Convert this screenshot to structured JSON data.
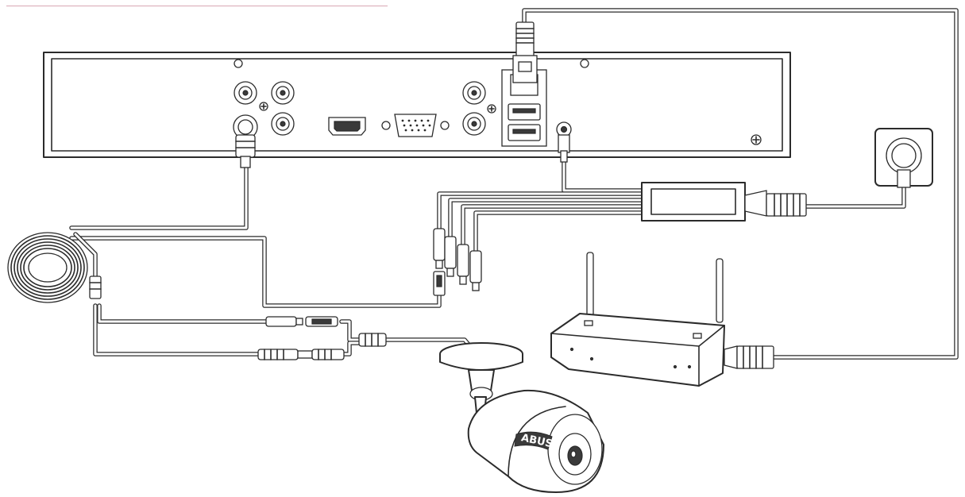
{
  "camera": {
    "brand_logo": "ABUS"
  },
  "colors": {
    "line": "#2b2b2b",
    "cable_fill": "#ffffff",
    "device_fill": "#ffffff",
    "accent_rule": "#d9a7b3",
    "logo_fill": "#3a3a3a"
  },
  "icons": [
    "dvr-recorder",
    "rca-jack",
    "bnc-connector",
    "hdmi-port",
    "vga-port",
    "ethernet-rj45-port",
    "usb-port",
    "dc-power-jack",
    "wall-power-socket",
    "power-adapter",
    "cable-coil",
    "rca-plug",
    "network-router",
    "bullet-camera",
    "screw"
  ]
}
